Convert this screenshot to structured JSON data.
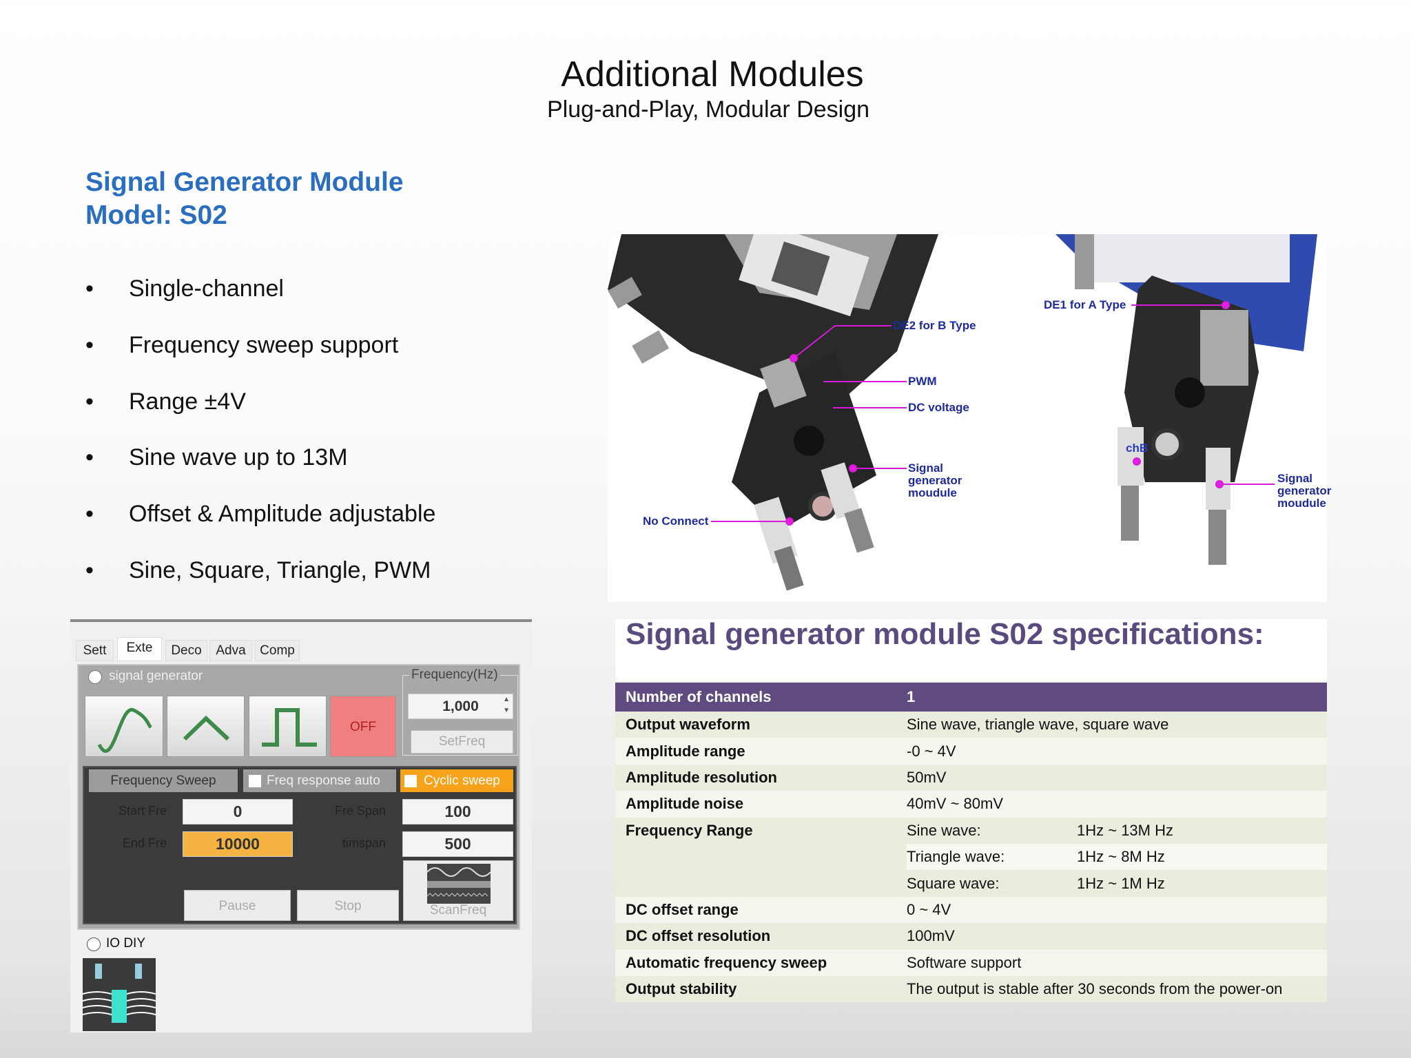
{
  "header": {
    "title": "Additional Modules",
    "subtitle": "Plug-and-Play, Modular Design"
  },
  "module": {
    "heading_line1": "Signal Generator Module",
    "heading_line2": "Model: S02",
    "bullet_symbol": "•",
    "features": [
      "Single-channel",
      "Frequency sweep support",
      "Range ±4V",
      "Sine wave up to 13M",
      "Offset & Amplitude adjustable",
      "Sine, Square, Triangle,  PWM"
    ]
  },
  "photo": {
    "labels": {
      "de2": "DE2 for B Type",
      "pwm": "PWM",
      "dc": "DC voltage",
      "sig_left": [
        "Signal",
        "generator",
        "moudule"
      ],
      "no_connect": "No Connect",
      "de1": "DE1 for A Type",
      "chb": "chB",
      "sig_right": [
        "Signal",
        "generator",
        "moudule"
      ]
    }
  },
  "specs": {
    "title": "Signal generator module S02 specifications:",
    "header": {
      "label": "Number of channels",
      "value": "1"
    },
    "rows": [
      {
        "label": "Output waveform",
        "value": "Sine wave, triangle wave, square wave"
      },
      {
        "label": "Amplitude  range",
        "value": "-0 ~ 4V"
      },
      {
        "label": "Amplitude  resolution",
        "value": "50mV"
      },
      {
        "label": "Amplitude  noise",
        "value": "40mV ~ 80mV"
      },
      {
        "label": "Frequency Range",
        "value": "Sine wave:",
        "extra": "1Hz ~ 13M Hz"
      },
      {
        "label": "",
        "value": "Triangle wave:",
        "extra": "1Hz ~ 8M Hz"
      },
      {
        "label": "",
        "value": "Square wave:",
        "extra": "1Hz ~ 1M Hz"
      },
      {
        "label": "DC offset range",
        "value": "0 ~ 4V"
      },
      {
        "label": "DC offset resolution",
        "value": "100mV"
      },
      {
        "label": "Automatic  frequency sweep",
        "value": "Software support"
      },
      {
        "label": "Output stability",
        "value": "The output is stable after 30 seconds from the power-on"
      }
    ]
  },
  "software": {
    "tabs": [
      "Sett",
      "Exte",
      "Deco",
      "Adva",
      "Comp"
    ],
    "signal_generator_label": "signal generator",
    "frequency_group_label": "Frequency(Hz)",
    "frequency_value": "1,000",
    "setfreq_label": "SetFreq",
    "off_label": "OFF",
    "freq_sweep_label": "Frequency Sweep",
    "freq_response_label": "Freq  response auto",
    "cyclic_sweep_label": "Cyclic sweep",
    "start_fre_label": "Start Fre",
    "start_fre_value": "0",
    "end_fre_label": "End Fre",
    "end_fre_value": "10000",
    "fre_span_label": "Fre Span",
    "fre_span_value": "100",
    "timspan_label": "timspan",
    "timspan_value": "500",
    "pause_label": "Pause",
    "stop_label": "Stop",
    "scanfreq_label": "ScanFreq",
    "io_diy_label": "IO DIY",
    "colors": {
      "off": "#f08080",
      "orange": "#f7a21b",
      "end_fre": "#f5b342"
    }
  }
}
